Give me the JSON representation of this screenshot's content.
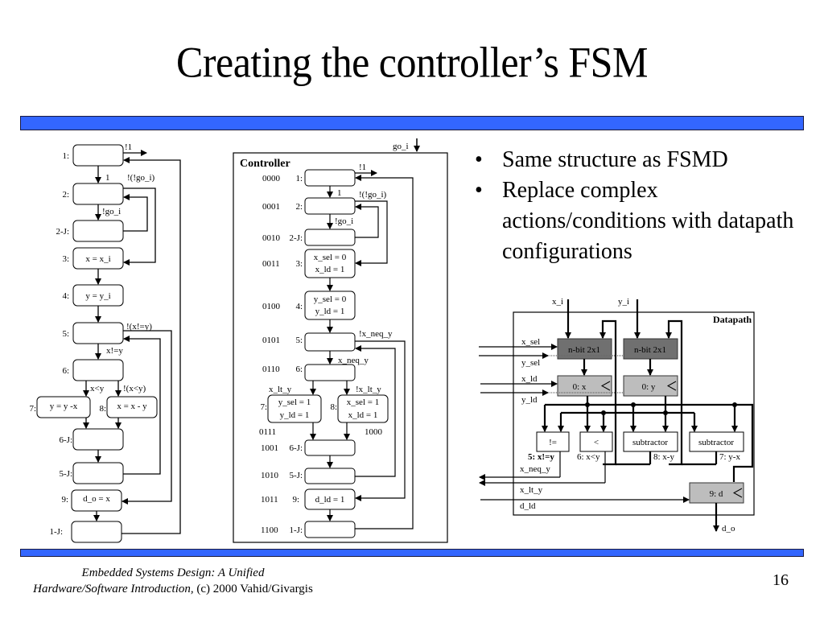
{
  "slide": {
    "title": "Creating the controller’s FSM",
    "page_number": "16",
    "accent_color": "#3366ff",
    "footer": {
      "book_title_line1": "Embedded Systems Design: A Unified",
      "book_title_line2": "Hardware/Software Introduction,",
      "copyright": "(c) 2000 Vahid/Givargis"
    }
  },
  "bullets": [
    "Same structure as FSMD",
    "Replace complex actions/conditions with datapath configurations"
  ],
  "fsmd": {
    "states": [
      {
        "label": "1:",
        "action": ""
      },
      {
        "label": "2:",
        "action": ""
      },
      {
        "label": "2-J:",
        "action": ""
      },
      {
        "label": "3:",
        "action": "x = x_i"
      },
      {
        "label": "4:",
        "action": "y = y_i"
      },
      {
        "label": "5:",
        "action": ""
      },
      {
        "label": "6:",
        "action": ""
      },
      {
        "label": "7:",
        "action": "y = y -x"
      },
      {
        "label": "8:",
        "action": "x = x - y"
      },
      {
        "label": "6-J:",
        "action": ""
      },
      {
        "label": "5-J:",
        "action": ""
      },
      {
        "label": "9:",
        "action": "d_o = x"
      },
      {
        "label": "1-J:",
        "action": ""
      }
    ],
    "transitions": {
      "not_one": "!1",
      "one": "1",
      "not_not_go": "!(!go_i)",
      "not_go": "!go_i",
      "not_x_neq_y": "!(x!=y)",
      "x_neq_y": "x!=y",
      "x_lt_y": "x<y",
      "not_x_lt_y": "!(x<y)"
    }
  },
  "controller": {
    "title": "Controller",
    "input_label": "go_i",
    "states": [
      {
        "code": "0000",
        "label": "1:",
        "actions": []
      },
      {
        "code": "0001",
        "label": "2:",
        "actions": []
      },
      {
        "code": "0010",
        "label": "2-J:",
        "actions": []
      },
      {
        "code": "0011",
        "label": "3:",
        "actions": [
          "x_sel = 0",
          "x_ld = 1"
        ]
      },
      {
        "code": "0100",
        "label": "4:",
        "actions": [
          "y_sel = 0",
          "y_ld = 1"
        ]
      },
      {
        "code": "0101",
        "label": "5:",
        "actions": []
      },
      {
        "code": "0110",
        "label": "6:",
        "actions": []
      },
      {
        "code": "0111",
        "label": "7:",
        "actions": [
          "y_sel = 1",
          "y_ld = 1"
        ]
      },
      {
        "code": "1000",
        "label": "8:",
        "actions": [
          "x_sel = 1",
          "x_ld = 1"
        ]
      },
      {
        "code": "1001",
        "label": "6-J:",
        "actions": []
      },
      {
        "code": "1010",
        "label": "5-J:",
        "actions": []
      },
      {
        "code": "1011",
        "label": "9:",
        "actions": [
          "d_ld = 1"
        ]
      },
      {
        "code": "1100",
        "label": "1-J:",
        "actions": []
      }
    ],
    "transitions": {
      "not_one": "!1",
      "one": "1",
      "not_not_go": "!(!go_i)",
      "not_go": "!go_i",
      "not_x_neq_y": "!x_neq_y",
      "x_neq_y": "x_neq_y",
      "x_lt_y": "x_lt_y",
      "not_x_lt_y": "!x_lt_y"
    }
  },
  "datapath": {
    "title": "Datapath",
    "inputs": {
      "x_i": "x_i",
      "y_i": "y_i"
    },
    "control_signals": [
      "x_sel",
      "y_sel",
      "x_ld",
      "y_ld",
      "x_neq_y",
      "x_lt_y",
      "d_ld"
    ],
    "mux_x": "n-bit 2x1",
    "mux_y": "n-bit 2x1",
    "reg_x": "0: x",
    "reg_y": "0: y",
    "comp_neq": "!=",
    "comp_lt": "<",
    "sub_1": "subtractor",
    "sub_2": "subtractor",
    "label_neq": "5: x!=y",
    "label_lt": "6: x<y",
    "label_sub1": "8: x-y",
    "label_sub2": "7: y-x",
    "reg_d": "9: d",
    "output": "d_o",
    "mux_color": "#707070",
    "reg_color": "#bdbdbd"
  }
}
